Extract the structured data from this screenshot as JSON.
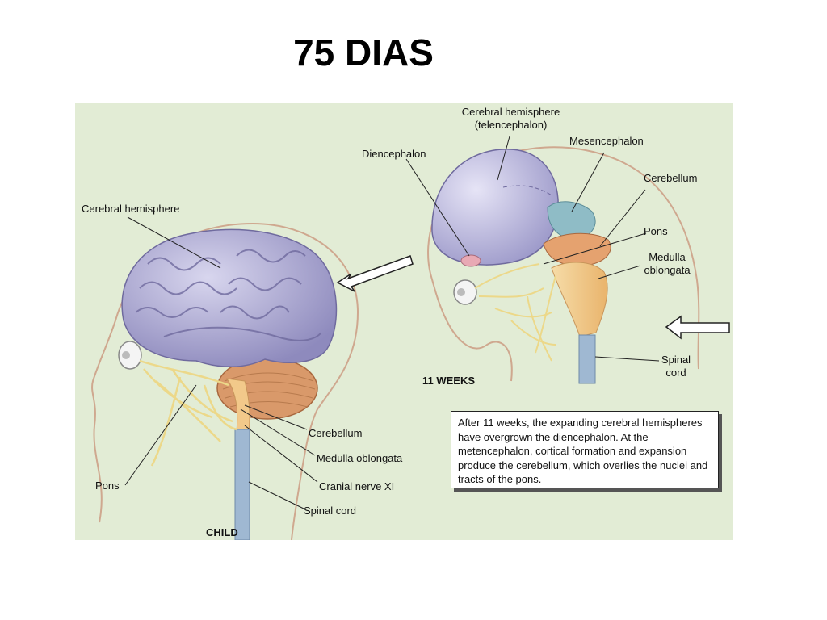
{
  "slide": {
    "title": "75 DIAS"
  },
  "figure": {
    "child": {
      "stage_label": "CHILD",
      "labels": {
        "cerebral_hemisphere": "Cerebral hemisphere",
        "cerebellum": "Cerebellum",
        "medulla_oblongata": "Medulla oblongata",
        "cranial_nerve_xi": "Cranial nerve XI",
        "spinal_cord": "Spinal cord",
        "pons": "Pons"
      }
    },
    "weeks11": {
      "stage_label": "11 WEEKS",
      "labels": {
        "cerebral_hemisphere_line1": "Cerebral hemisphere",
        "cerebral_hemisphere_line2": "(telencephalon)",
        "diencephalon": "Diencephalon",
        "mesencephalon": "Mesencephalon",
        "cerebellum": "Cerebellum",
        "pons": "Pons",
        "medulla_line1": "Medulla",
        "medulla_line2": "oblongata",
        "spinal_line1": "Spinal",
        "spinal_line2": "cord"
      }
    },
    "caption": "After 11 weeks, the expanding cerebral hemispheres have overgrown the diencephalon. At the metencephalon, cortical formation and expansion produce the cerebellum, which overlies the nuclei and tracts of the pons.",
    "colors": {
      "background": "#e2ecd5",
      "cerebrum": "#a9a6cf",
      "cerebellum": "#d99a6c",
      "mesencephalon": "#8fbcc6",
      "medulla": "#f2c98a",
      "spinal_cord": "#9fb8d2",
      "nerves": "#efdc8a"
    }
  }
}
